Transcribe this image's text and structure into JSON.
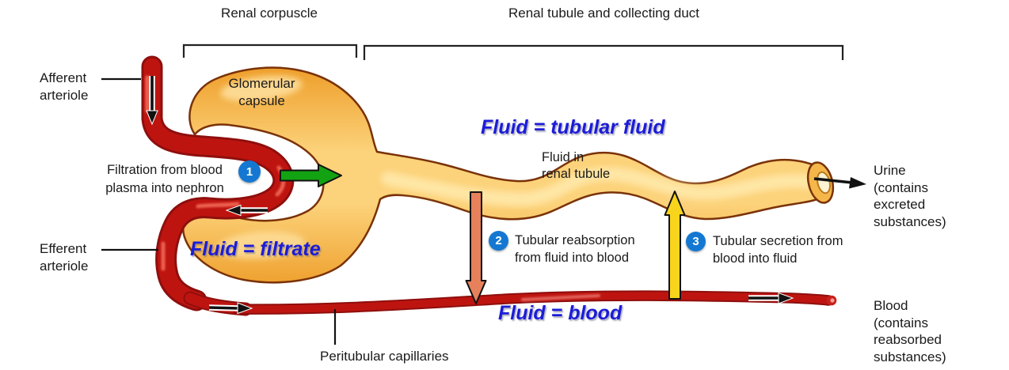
{
  "figure": {
    "subject": "nephron-fluid-flow-diagram"
  },
  "brackets": {
    "renal_corpuscle": "Renal corpuscle",
    "renal_tubule": "Renal tubule and collecting duct"
  },
  "vessel_labels": {
    "afferent": [
      "Afferent",
      "arteriole"
    ],
    "efferent": [
      "Efferent",
      "arteriole"
    ],
    "peritubular": "Peritubular capillaries"
  },
  "structure_labels": {
    "glomerular_capsule": [
      "Glomerular",
      "capsule"
    ],
    "fluid_in_renal_tubule": [
      "Fluid in",
      "renal tubule"
    ]
  },
  "steps": [
    {
      "num": "1",
      "lines": [
        "Filtration from blood",
        "plasma into nephron"
      ]
    },
    {
      "num": "2",
      "lines": [
        "Tubular reabsorption",
        "from fluid into blood"
      ]
    },
    {
      "num": "3",
      "lines": [
        "Tubular secretion from",
        "blood into fluid"
      ]
    }
  ],
  "fluid_notes": {
    "filtrate": "Fluid = filtrate",
    "tubular_fluid": "Fluid = tubular fluid",
    "blood": "Fluid = blood"
  },
  "outputs": {
    "urine": [
      "Urine",
      "(contains",
      "excreted",
      "substances)"
    ],
    "blood": [
      "Blood",
      "(contains",
      "reabsorbed",
      "substances)"
    ]
  },
  "icons": {
    "filtration_arrow": "green-right-arrow",
    "reabsorption_arrow": "salmon-down-arrow",
    "secretion_arrow": "yellow-up-arrow",
    "blood_flow_arrows": "black-flow-arrow",
    "urine_exit_arrow": "black-right-arrow"
  },
  "colors": {
    "vessel_red": "#be1410",
    "vessel_edge": "#8e0f0d",
    "tubule_fill_mid": "#fcd27a",
    "tubule_fill_edge": "#ee9e2a",
    "tubule_outline": "#7a3208",
    "step_circle_blue": "#1478d2",
    "note_blue": "#1c1cd8",
    "arrow_green": "#12a212",
    "arrow_salmon": "#e6815c",
    "arrow_yellow": "#f8d51c"
  }
}
